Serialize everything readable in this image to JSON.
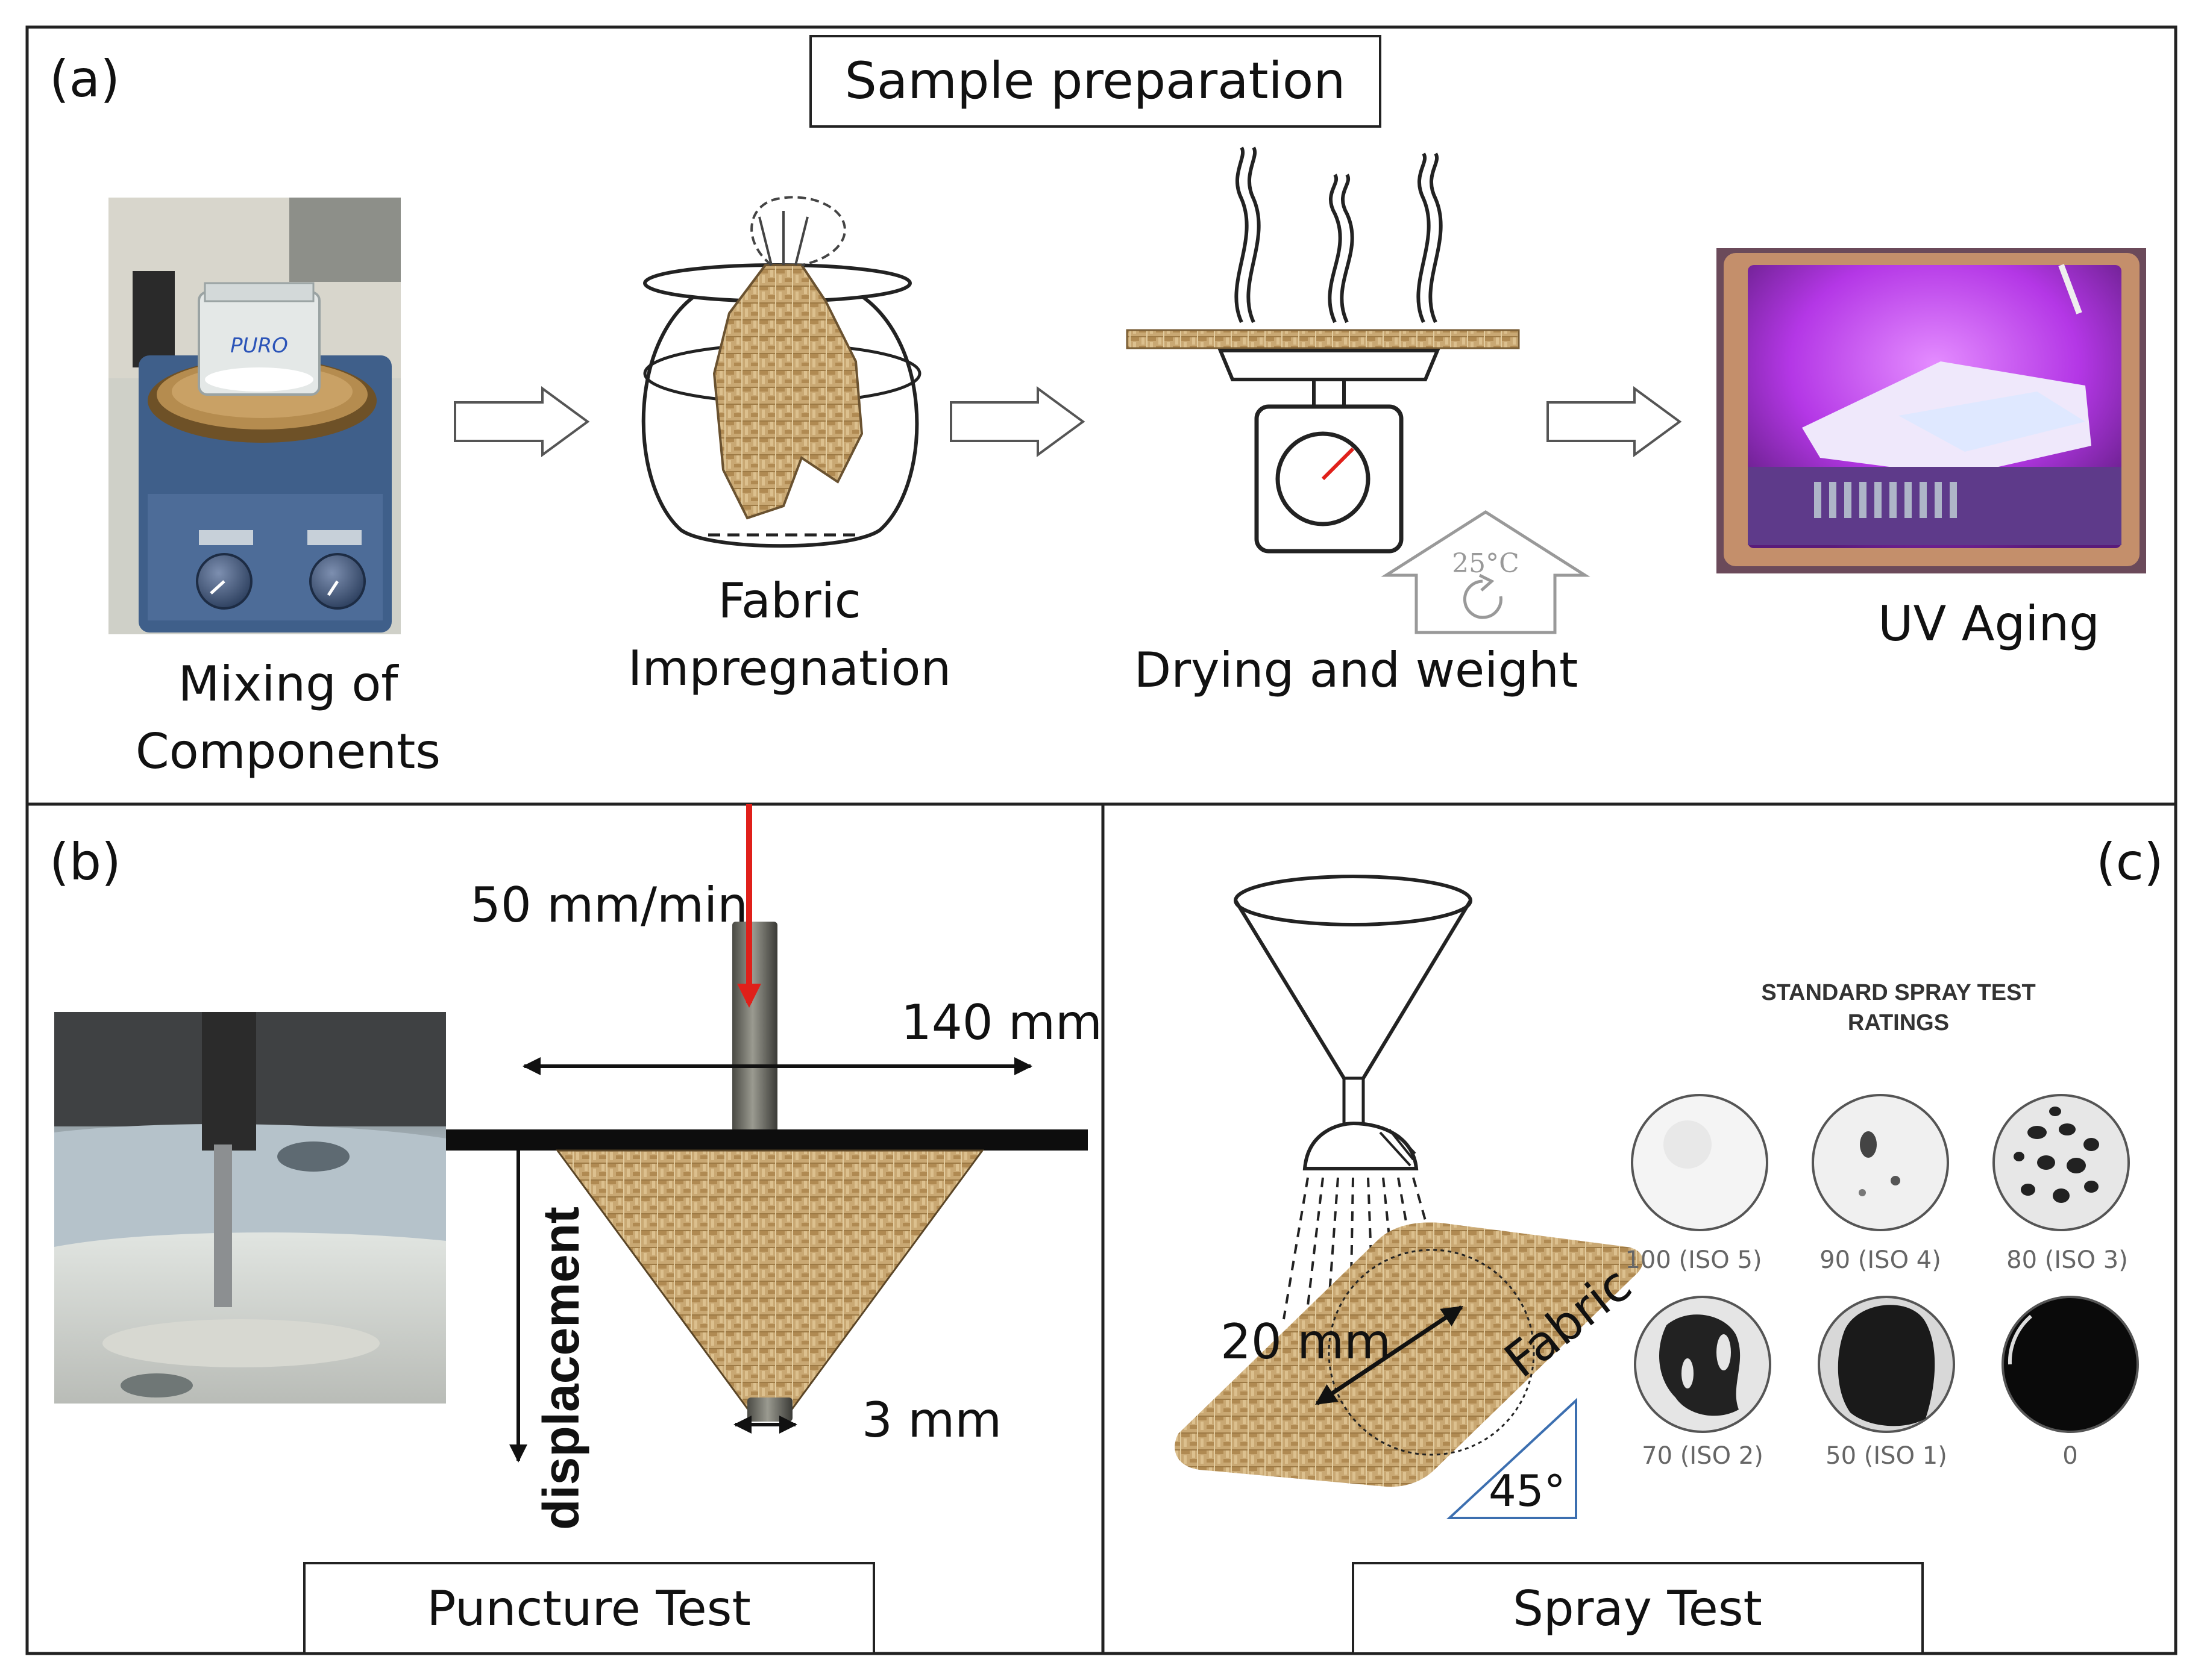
{
  "panel_a": {
    "tag": "(a)",
    "title": "Sample preparation",
    "step1": {
      "line1": "Mixing of",
      "line2": "Components",
      "jar_text": "PURO"
    },
    "step2": {
      "line1": "Fabric",
      "line2": "Impregnation"
    },
    "step3": {
      "label": "Drying and weight",
      "temperature": "25°C"
    },
    "step4": {
      "label": "UV Aging"
    }
  },
  "panel_b": {
    "tag": "(b)",
    "title": "Puncture Test",
    "speed_label": "50 mm/min",
    "width_label": "140 mm",
    "tip_label": "3 mm",
    "axis_label": "displacement"
  },
  "panel_c": {
    "tag": "(c)",
    "title": "Spray Test",
    "diameter_label": "20 mm",
    "fabric_label": "Fabric",
    "angle_label": "45°",
    "ratings_title_line1": "STANDARD SPRAY TEST",
    "ratings_title_line2": "RATINGS",
    "ratings": [
      {
        "label": "100 (ISO 5)",
        "score": 100
      },
      {
        "label": "90 (ISO 4)",
        "score": 90
      },
      {
        "label": "80 (ISO 3)",
        "score": 80
      },
      {
        "label": "70 (ISO 2)",
        "score": 70
      },
      {
        "label": "50 (ISO 1)",
        "score": 50
      },
      {
        "label": "0",
        "score": 0
      }
    ]
  },
  "colors": {
    "border": "#222222",
    "fabric": "#c9a873",
    "uv_purple": "#b437e6",
    "red_arrow": "#e0201a",
    "hotplate_blue": "#3f5f8a",
    "triangle_blue": "#3c6fb0"
  }
}
